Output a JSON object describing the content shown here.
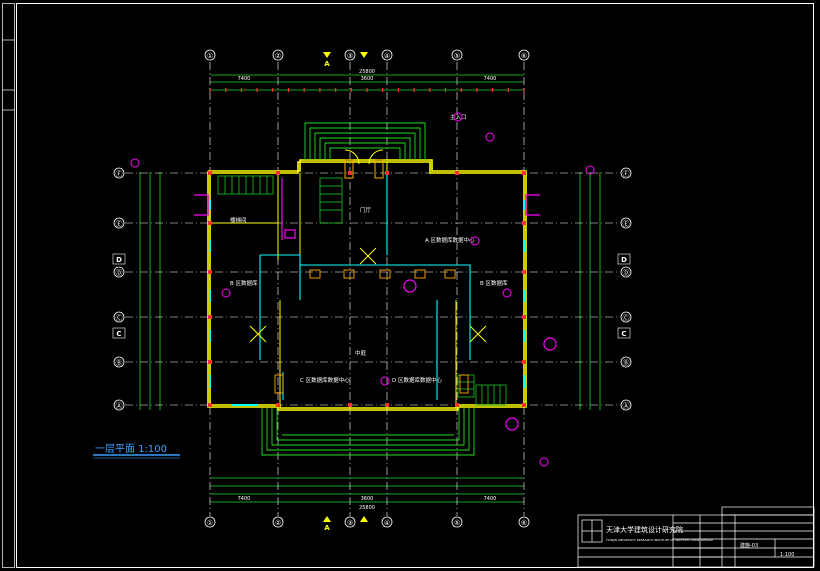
{
  "plan_title": "一层平面 1:100",
  "axes": {
    "top": [
      "①",
      "②",
      "③",
      "④",
      "⑤",
      "⑥"
    ],
    "bottom": [
      "①",
      "②",
      "③",
      "④",
      "⑤",
      "⑥"
    ],
    "left": [
      "Ⓕ",
      "Ⓔ",
      "Ⓓ",
      "Ⓒ",
      "Ⓑ",
      "Ⓐ"
    ],
    "right": [
      "Ⓕ",
      "Ⓔ",
      "Ⓓ",
      "Ⓒ",
      "Ⓑ",
      "Ⓐ"
    ]
  },
  "section_marks": {
    "a": "A",
    "c": "C",
    "d": "D"
  },
  "dimensions": {
    "top_total": "25800",
    "top_segments": [
      "7400",
      "3600",
      "7400"
    ],
    "bottom_total": "25800",
    "bottom_segments": [
      "7400",
      "3600",
      "7400"
    ]
  },
  "room_labels": {
    "a_zone": "A 区数据库数据中心",
    "b_zone_left": "B 区数据库",
    "b_zone_right": "B 区数据库",
    "c_zone": "C 区数据库数据中心",
    "d_zone": "D 区数据库数据中心",
    "court": "中庭",
    "entrance": "主入口",
    "lobby": "门厅",
    "stair": "楼梯间"
  },
  "title_block": {
    "logo_text": "天津大学建筑设计研究院",
    "logo_subtext": "TIANJIN UNIVERSITY RESEARCH INSTITUTE OF ARCHITECTURAL DESIGN",
    "sheet_no": "建施-03",
    "scale": "1:100"
  },
  "colors": {
    "background": "#000000",
    "axis": "#ffffff",
    "wall": "#ffff00",
    "green": "#22dd22",
    "cyan": "#00ffff",
    "magenta": "#ff00ff",
    "red": "#ff3030",
    "title": "#3aa0ff"
  }
}
